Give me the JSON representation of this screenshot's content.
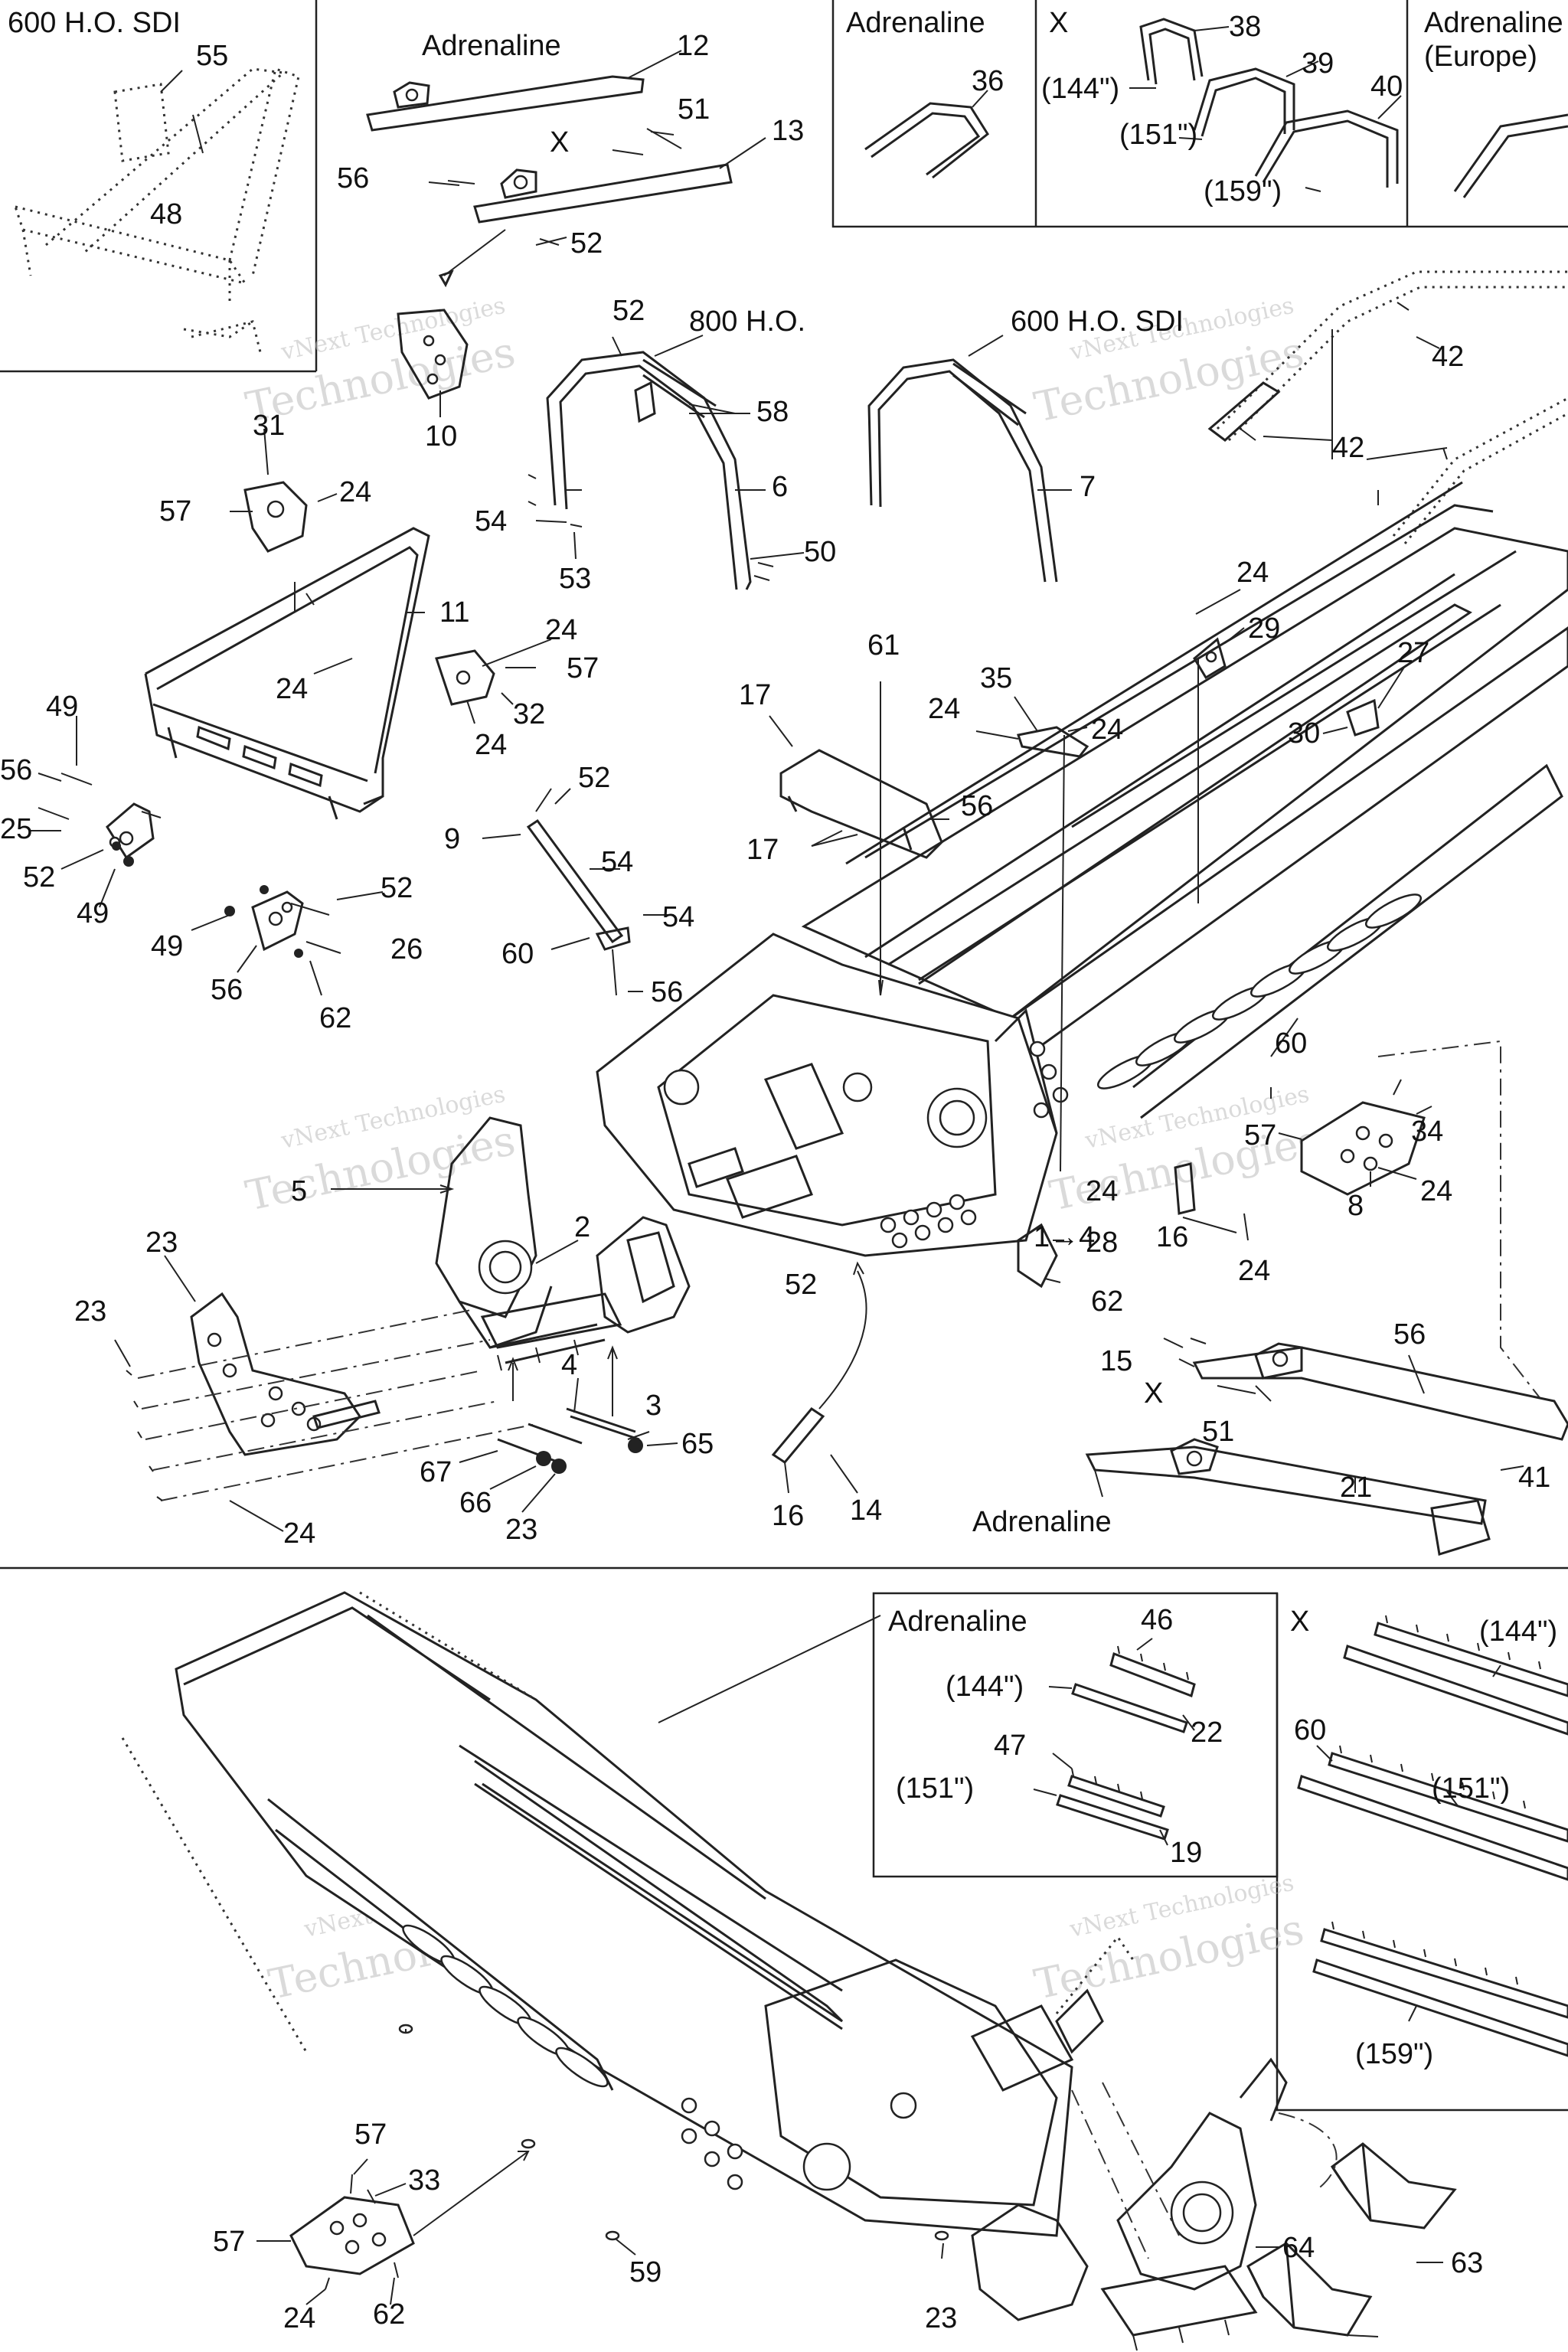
{
  "inset_titles": {
    "top_left": "600 H.O. SDI",
    "adrenaline_12": "Adrenaline",
    "x_13": "X",
    "box_adrenaline": "Adrenaline",
    "box_x": "X",
    "box_europe_1": "Adrenaline",
    "box_europe_2": "(Europe)",
    "frame_800": "800 H.O.",
    "frame_600": "600 H.O. SDI",
    "adrenaline_14": "Adrenaline",
    "x_15": "X",
    "bottom_adrenaline": "Adrenaline",
    "bottom_x": "X"
  },
  "length_labels": {
    "l144_top": "(144\")",
    "l151_top": "(151\")",
    "l159_top": "(159\")",
    "l144_mid": "(144\")",
    "l151_mid": "(151\")",
    "l144_right": "(144\")",
    "l151_right": "(151\")",
    "l159_right": "(159\")"
  },
  "watermark": {
    "line1": "vNext Technologies",
    "line2": "Technologies"
  },
  "callouts": [
    "55",
    "48",
    "12",
    "51",
    "56",
    "13",
    "52",
    "38",
    "39",
    "40",
    "36",
    "52",
    "58",
    "6",
    "7",
    "10",
    "42",
    "42",
    "31",
    "57",
    "24",
    "11",
    "54",
    "53",
    "50",
    "24",
    "24",
    "57",
    "32",
    "24",
    "61",
    "35",
    "24",
    "24",
    "29",
    "24",
    "30",
    "27",
    "17",
    "17",
    "56",
    "49",
    "56",
    "25",
    "52",
    "49",
    "52",
    "9",
    "54",
    "54",
    "60",
    "56",
    "52",
    "49",
    "26",
    "56",
    "62",
    "60",
    "34",
    "57",
    "24",
    "8",
    "16",
    "24",
    "28",
    "62",
    "24",
    "1→4",
    "5",
    "23",
    "23",
    "2",
    "4",
    "3",
    "65",
    "67",
    "66",
    "23",
    "24",
    "52",
    "15",
    "56",
    "51",
    "41",
    "16",
    "14",
    "21",
    "46",
    "22",
    "47",
    "19",
    "60",
    "57",
    "33",
    "57",
    "24",
    "62",
    "59",
    "23",
    "64",
    "63"
  ]
}
